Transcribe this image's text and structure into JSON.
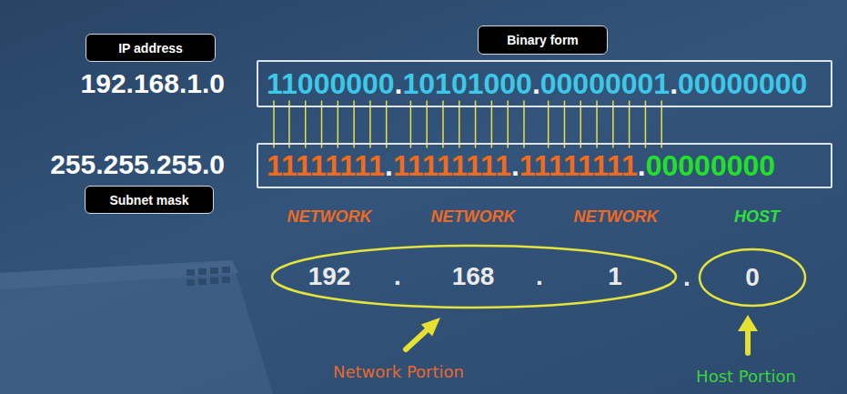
{
  "diagram": {
    "nodes": [
      {
        "text": [
          "IP address"
        ]
      },
      {
        "text": [
          "Binary form"
        ]
      },
      {
        "text": [
          "11000000",
          ".",
          "10101000",
          ".",
          "00000001",
          ".",
          "00000000"
        ]
      },
      {
        "text": [
          "11111111",
          ".",
          "11111111",
          ".",
          "11111111",
          ".",
          "00000000"
        ]
      },
      {
        "text": [
          "Subnet mask"
        ]
      },
      {
        "text": [
          "192",
          ".",
          "168",
          ".",
          "1"
        ]
      },
      {
        "text": [
          "0"
        ]
      }
    ],
    "labels": [
      "192.168.1.0",
      "255.255.255.0",
      "NETWORK",
      "NETWORK",
      "NETWORK",
      "HOST",
      ".",
      "Network Portion",
      "Host Portion"
    ]
  }
}
